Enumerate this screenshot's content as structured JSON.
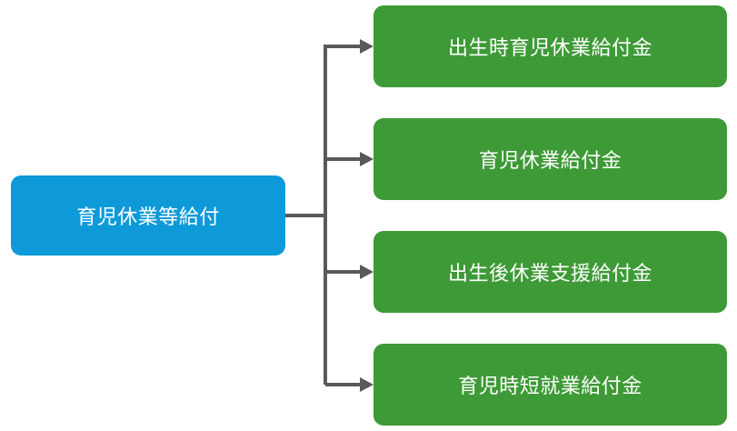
{
  "diagram": {
    "root": {
      "label": "育児休業等給付"
    },
    "children": [
      {
        "label": "出生時育児休業給付金"
      },
      {
        "label": "育児休業給付金"
      },
      {
        "label": "出生後休業支援給付金"
      },
      {
        "label": "育児時短就業給付金"
      }
    ],
    "colors": {
      "root": "#0e9ad8",
      "child": "#3e9a37",
      "connector": "#58595b"
    }
  }
}
